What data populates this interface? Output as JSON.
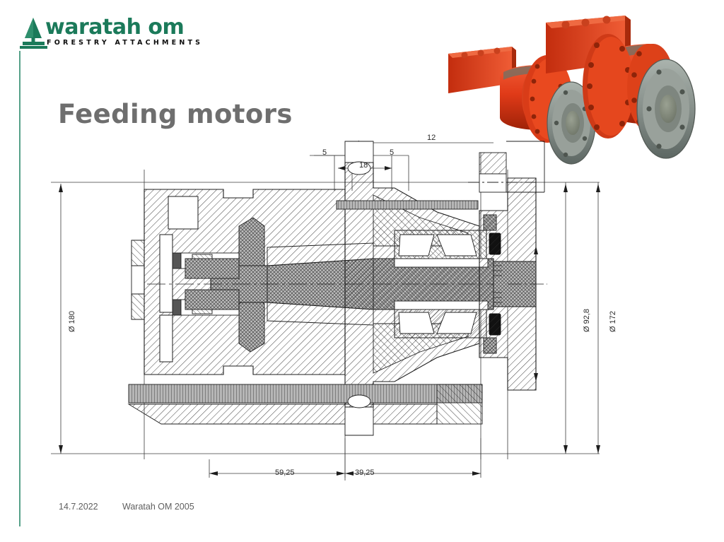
{
  "slide": {
    "title": "Feeding motors",
    "background_color": "#ffffff",
    "accent_color": "#57a189"
  },
  "logo": {
    "wordmark": "waratah om",
    "tagline": "FORESTRY ATTACHMENTS",
    "tree_icon": "pine-tree-icon",
    "green": "#1b7a5a",
    "black": "#0e0e0e"
  },
  "footer": {
    "date": "14.7.2022",
    "source": "Waratah OM 2005"
  },
  "photo": {
    "alt": "two red hydraulic feeding motors with grey output flanges",
    "body_color": "#e03a18",
    "flange_color": "#8b948e",
    "items": [
      {
        "name": "small-motor"
      },
      {
        "name": "large-motor"
      }
    ]
  },
  "drawing": {
    "caption": "cross-section of hydraulic feeding motor",
    "dimensions": {
      "top_left_gap": "5",
      "top_center": "18",
      "top_right_gap": "5",
      "top_overall": "12",
      "left_diameter": "Ø 180",
      "right_inner_diameter": "Ø 92,8",
      "right_outer_diameter": "Ø 172",
      "bottom_left": "59,25",
      "bottom_right": "39,25"
    }
  }
}
